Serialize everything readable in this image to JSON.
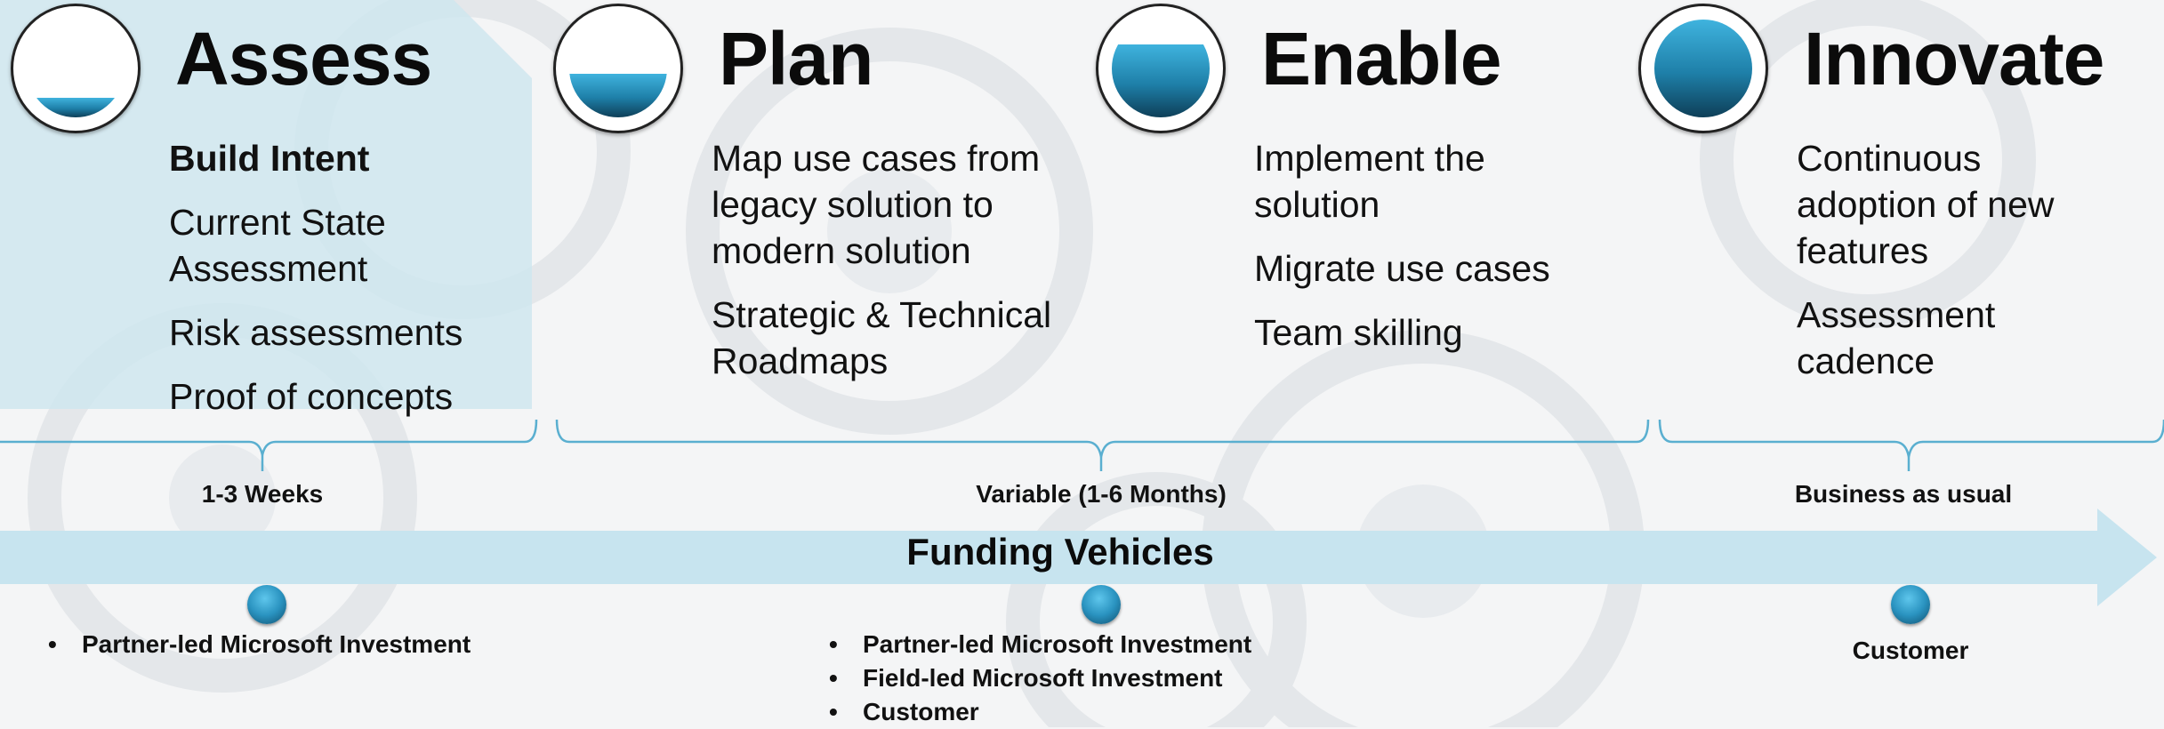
{
  "stages": [
    {
      "title": "Assess",
      "fill": 0.2,
      "items": [
        {
          "text": "Build Intent",
          "bold": true
        },
        {
          "text": "Current State Assessment",
          "bold": false
        },
        {
          "text": "Risk assessments",
          "bold": false
        },
        {
          "text": "Proof of concepts",
          "bold": false
        }
      ]
    },
    {
      "title": "Plan",
      "fill": 0.45,
      "items": [
        {
          "text": "Map use cases from legacy solution to modern solution",
          "bold": false
        },
        {
          "text": "Strategic & Technical Roadmaps",
          "bold": false
        }
      ]
    },
    {
      "title": "Enable",
      "fill": 0.75,
      "items": [
        {
          "text": "Implement the solution",
          "bold": false
        },
        {
          "text": "Migrate use cases",
          "bold": false
        },
        {
          "text": "Team skilling",
          "bold": false
        }
      ]
    },
    {
      "title": "Innovate",
      "fill": 1.0,
      "items": [
        {
          "text": "Continuous adoption of new features",
          "bold": false
        },
        {
          "text": "Assessment cadence",
          "bold": false
        }
      ]
    }
  ],
  "periods": [
    {
      "label": "1-3 Weeks"
    },
    {
      "label": "Variable (1-6 Months)"
    },
    {
      "label": "Business as usual"
    }
  ],
  "funding": {
    "title": "Funding Vehicles",
    "groups": [
      {
        "items": [
          "Partner-led Microsoft Investment"
        ]
      },
      {
        "items": [
          "Partner-led Microsoft Investment",
          "Field-led Microsoft Investment",
          "Customer"
        ]
      },
      {
        "plain": "Customer"
      }
    ]
  },
  "colors": {
    "accent": "#2a9fd1",
    "assess_panel": "#cfe6ef",
    "arrow": "#c7e4ef",
    "brace": "#5aafd0"
  }
}
